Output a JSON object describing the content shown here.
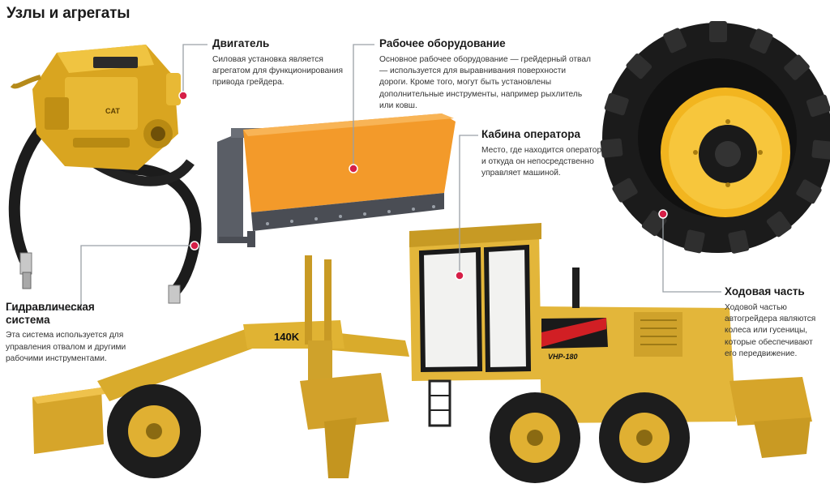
{
  "title": "Узлы и агрегаты",
  "colors": {
    "marker": "#d61f47",
    "leader": "#9aa0a6",
    "machine_yellow": "#e3b63a",
    "blade_orange": "#f39a2a",
    "tire_black": "#1b1b1b"
  },
  "callouts": {
    "engine": {
      "heading": "Двигатель",
      "text": "Силовая установка является агрегатом для функционирования привода грейдера."
    },
    "equipment": {
      "heading": "Рабочее оборудование",
      "text": "Основное рабочее оборудование — грейдерный отвал — используется для выравнивания поверхности дороги. Кроме того, могут быть установлены дополнительные инструменты, например рыхлитель или ковш."
    },
    "cabin": {
      "heading": "Кабина оператора",
      "text": "Место, где находится оператор и откуда он непосредственно управляет машиной."
    },
    "hydraulics": {
      "heading": "Гидравлическая система",
      "text": "Эта система используется для управления отвалом и другими рабочими инструментами."
    },
    "chassis": {
      "heading": "Ходовая часть",
      "text": "Ходовой частью автогрейдера являются колеса или гусеницы, которые обеспечивают его передвижение."
    }
  },
  "machine": {
    "model_label": "140K",
    "body_label": "VHP-180",
    "brand": "CAT"
  }
}
